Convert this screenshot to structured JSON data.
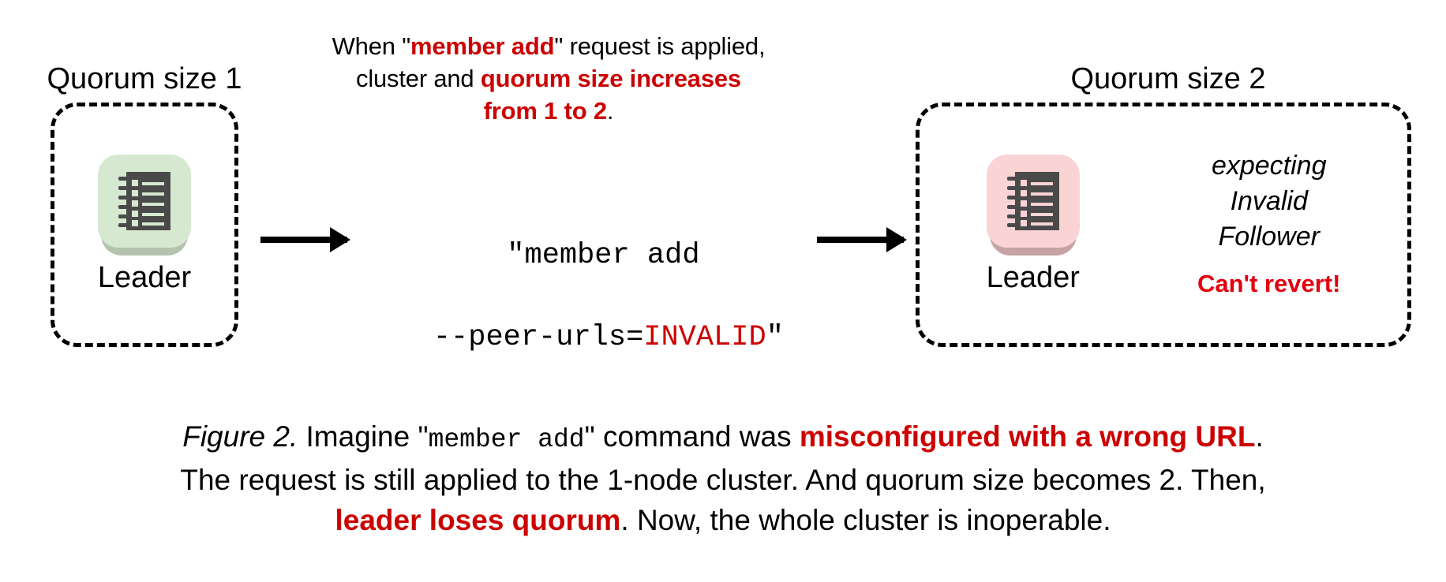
{
  "figure": {
    "top_note": {
      "line1_pre": "When \"",
      "line1_bold": "member add",
      "line1_post": "\" request is applied,",
      "line2_pre": "cluster and ",
      "line2_bold": "quorum size increases",
      "line3_bold": "from 1 to 2",
      "line3_post": "."
    },
    "left_cluster": {
      "title": "Quorum size 1",
      "node_label": "Leader",
      "node_color": "#d7e8d1",
      "icon": "server-ledger-icon"
    },
    "command": {
      "line1": "\"member add",
      "line2_pre": "--peer-urls=",
      "line2_invalid": "INVALID",
      "line2_post": "\""
    },
    "right_cluster": {
      "title": "Quorum size 2",
      "node_label": "Leader",
      "node_color": "#fad3d5",
      "icon": "server-ledger-icon",
      "note_line1": "expecting",
      "note_line2": "Invalid",
      "note_line3": "Follower",
      "warning": "Can't revert!"
    },
    "caption": {
      "label": "Figure 2.",
      "seg1": " Imagine \"",
      "mono1": "member add",
      "seg2": "\" command was ",
      "bold1": "misconfigured with a wrong URL",
      "seg3": ".",
      "seg4": "The request is still applied to the 1-node cluster. And quorum size becomes 2. Then,",
      "bold2": "leader loses quorum",
      "seg5": ". Now, the whole cluster is inoperable."
    },
    "colors": {
      "accent_red": "#cc0000",
      "warning_red": "#e3000f",
      "green_tile": "#d7e8d1",
      "pink_tile": "#fad3d5",
      "icon_dark": "#4a4a4a"
    }
  }
}
